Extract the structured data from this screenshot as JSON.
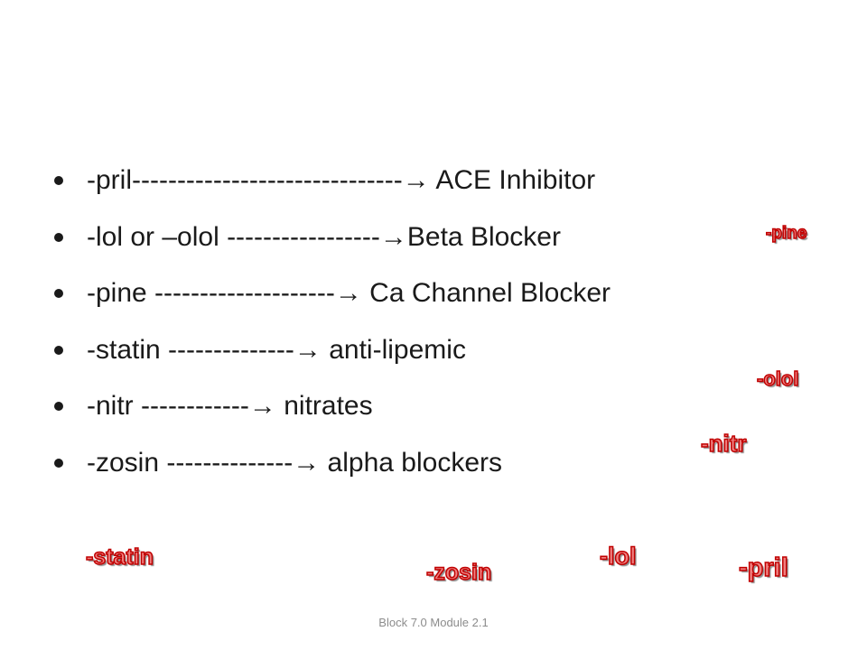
{
  "bullets": [
    "-pril------------------------------→ ACE Inhibitor",
    "-lol  or –olol -----------------→Beta Blocker",
    "-pine --------------------→ Ca Channel Blocker",
    "-statin  --------------→ anti-lipemic",
    "-nitr   ------------→ nitrates",
    "-zosin  --------------→ alpha blockers"
  ],
  "wordart": {
    "pine": "-pine",
    "olol": "-olol",
    "nitr": "-nitr",
    "statin": "-statin",
    "zosin": "-zosin",
    "lol": "-lol",
    "pril": "-pril"
  },
  "footer": "Block 7.0  Module 2.1",
  "colors": {
    "wordart_fill": "#f08080",
    "wordart_outline": "#c00000",
    "text": "#1a1a1a",
    "footer": "#8c8c8c"
  }
}
